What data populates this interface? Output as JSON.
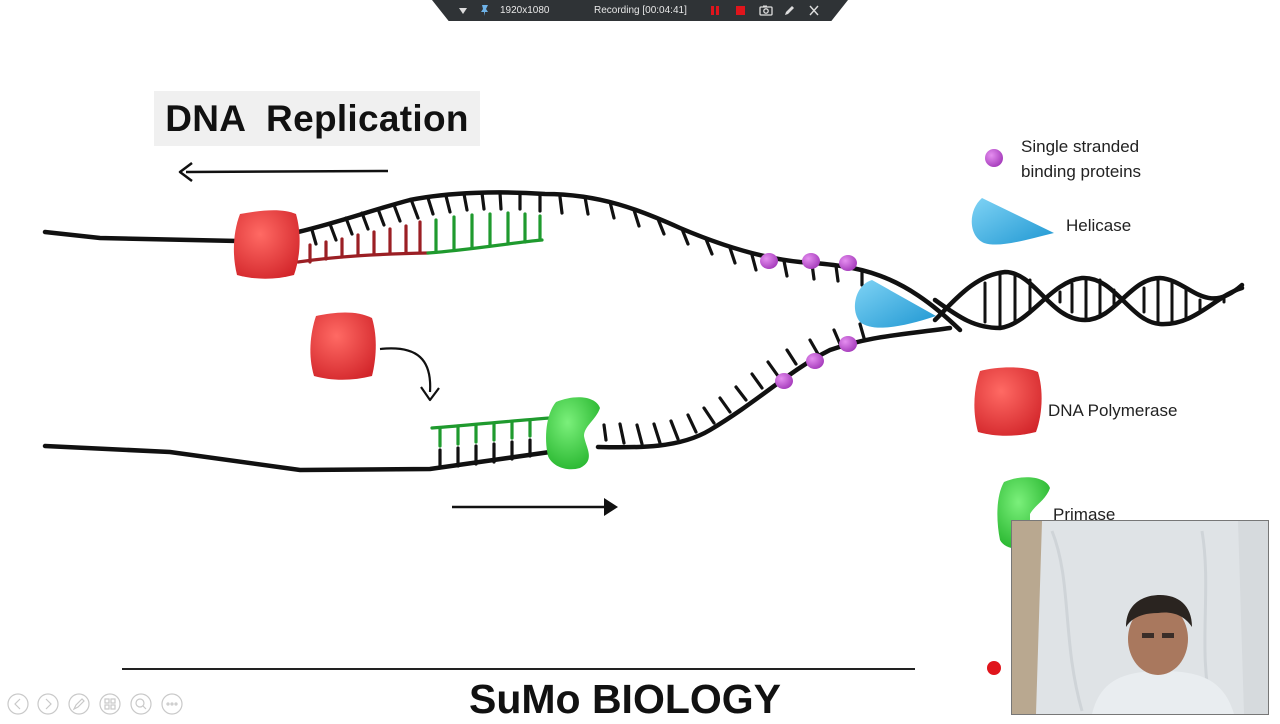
{
  "recording_toolbar": {
    "resolution": "1920x1080",
    "status": "Recording [00:04:41]"
  },
  "slide": {
    "title": "DNA  Replication",
    "footer": "SuMo BIOLOGY"
  },
  "legend": {
    "ssb_label_line1": "Single stranded",
    "ssb_label_line2": "binding proteins",
    "helicase_label": "Helicase",
    "polymerase_label": "DNA Polymerase",
    "primase_label": "Primase"
  },
  "colors": {
    "dna_strand": "#111111",
    "rna_primer": "#1f9a2e",
    "new_dna": "#9b1f24",
    "polymerase": "#e8383a",
    "primase": "#3ccc3c",
    "helicase": "#35aee3",
    "ssb_protein": "#b84fc9",
    "recording_bar": "#2f3336",
    "record_red": "#e0151c"
  }
}
